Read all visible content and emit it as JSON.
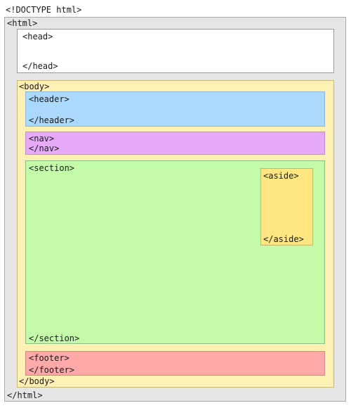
{
  "doctype": "<!DOCTYPE html>",
  "html": {
    "open": "<html>",
    "close": "</html>"
  },
  "head": {
    "open": "<head>",
    "close": "</head>"
  },
  "body": {
    "open": "<body>",
    "close": "</body>"
  },
  "header": {
    "open": "<header>",
    "close": "</header>"
  },
  "nav": {
    "open": "<nav>",
    "close": "</nav>"
  },
  "section": {
    "open": "<section>",
    "close": "</section>"
  },
  "aside": {
    "open": "<aside>",
    "close": "</aside>"
  },
  "footer": {
    "open": "<footer>",
    "close": "</footer>"
  },
  "colors": {
    "html": "#e6e6e6",
    "head": "#ffffff",
    "body": "#fff0b3",
    "header": "#abd9fd",
    "nav": "#e6aaf9",
    "section": "#c4fba8",
    "aside": "#ffe680",
    "footer": "#fca9a8"
  }
}
